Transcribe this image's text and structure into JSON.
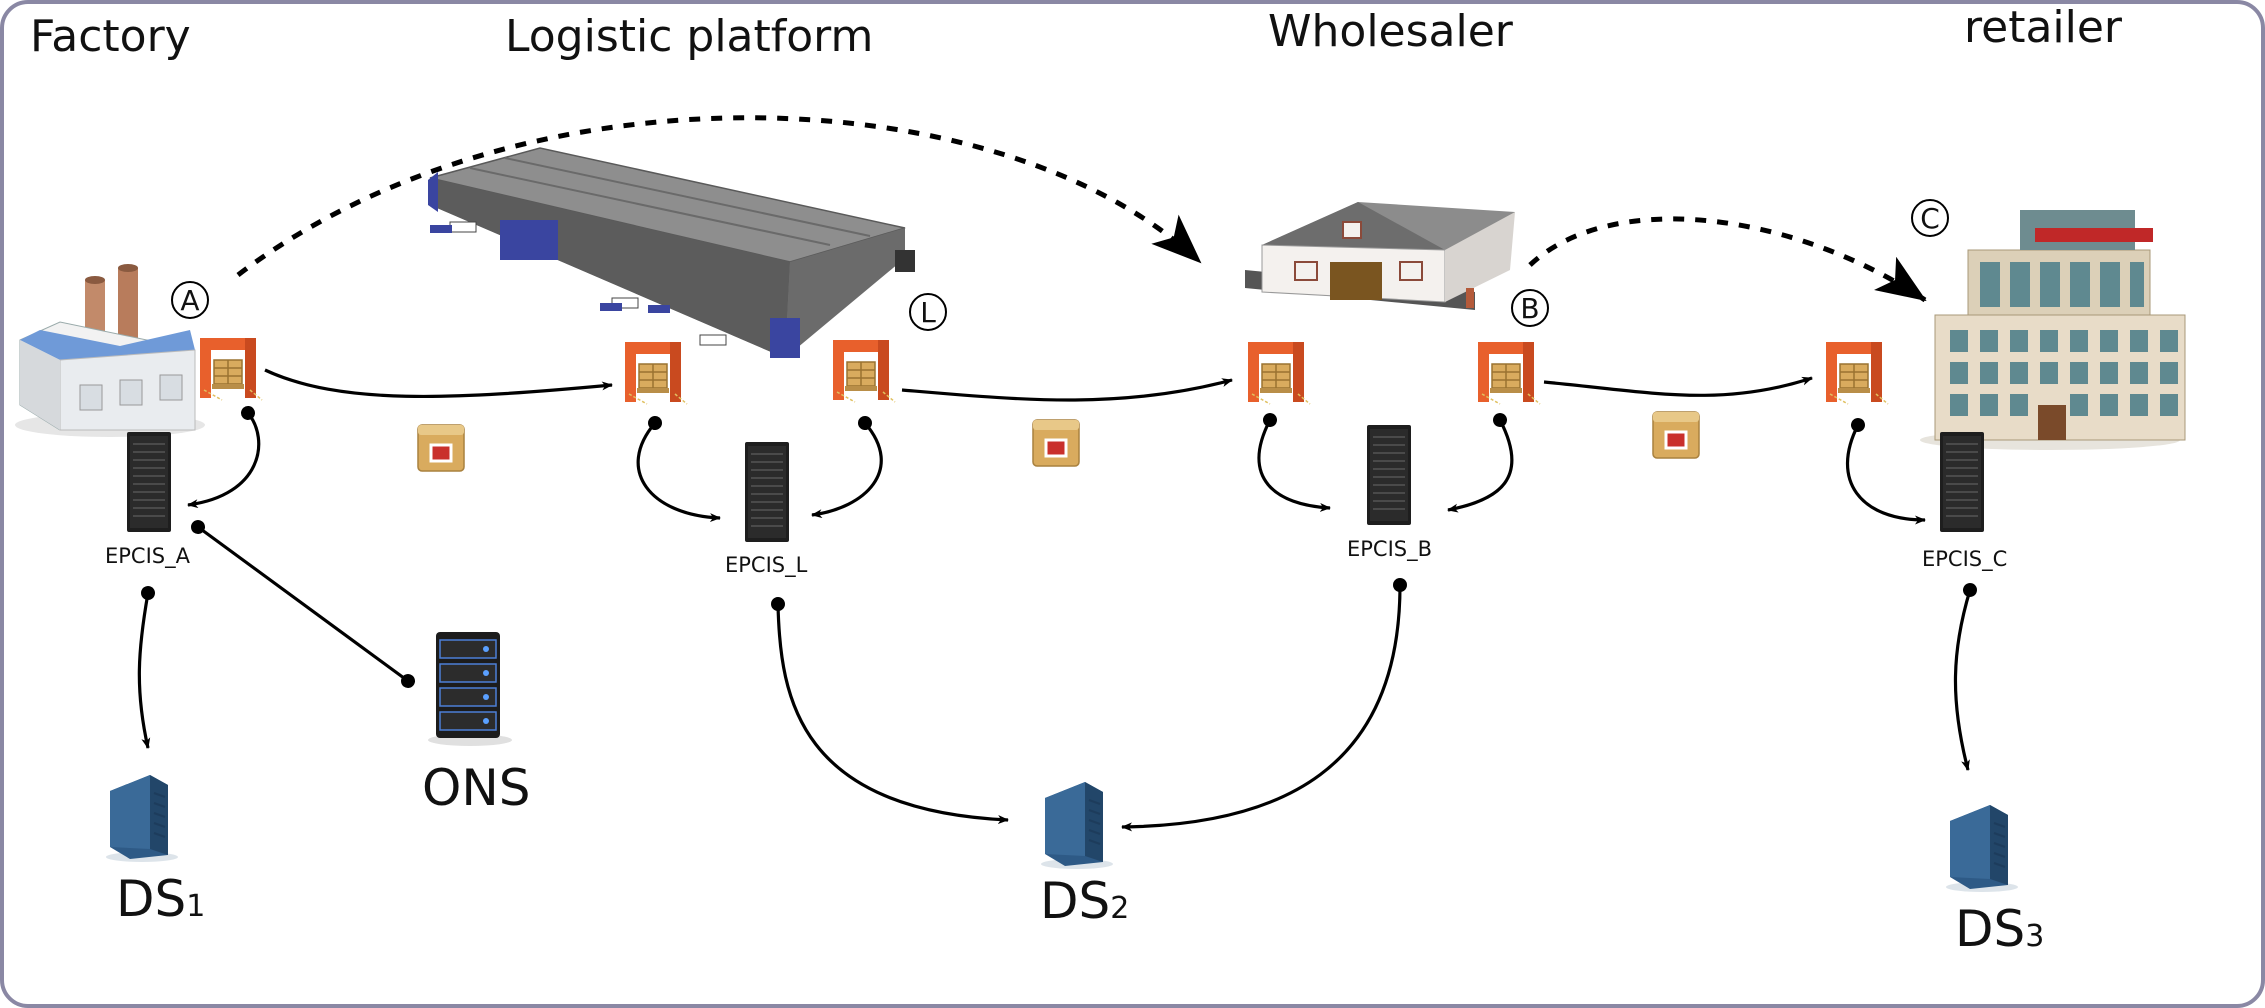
{
  "stages": {
    "factory": "Factory",
    "logistic": "Logistic platform",
    "wholesaler": "Wholesaler",
    "retailer": "retailer"
  },
  "markers": {
    "a": "A",
    "l": "L",
    "b": "B",
    "c": "C"
  },
  "epcis": {
    "a": "EPCIS_A",
    "l": "EPCIS_L",
    "b": "EPCIS_B",
    "c": "EPCIS_C"
  },
  "ons": "ONS",
  "ds": [
    {
      "label": "DS",
      "sub": "1"
    },
    {
      "label": "DS",
      "sub": "2"
    },
    {
      "label": "DS",
      "sub": "3"
    }
  ],
  "colors": {
    "frame": "#8a88a4",
    "portal": "#e8602c",
    "server": "#1c1c1c",
    "discovery": "#2e5a86",
    "box": "#d9ab5e"
  },
  "icons": [
    "factory-icon",
    "warehouse-icon",
    "wholesaler-icon",
    "building-icon",
    "rfid-portal-icon",
    "epcis-server-icon",
    "ons-server-icon",
    "discovery-server-icon",
    "package-icon"
  ]
}
